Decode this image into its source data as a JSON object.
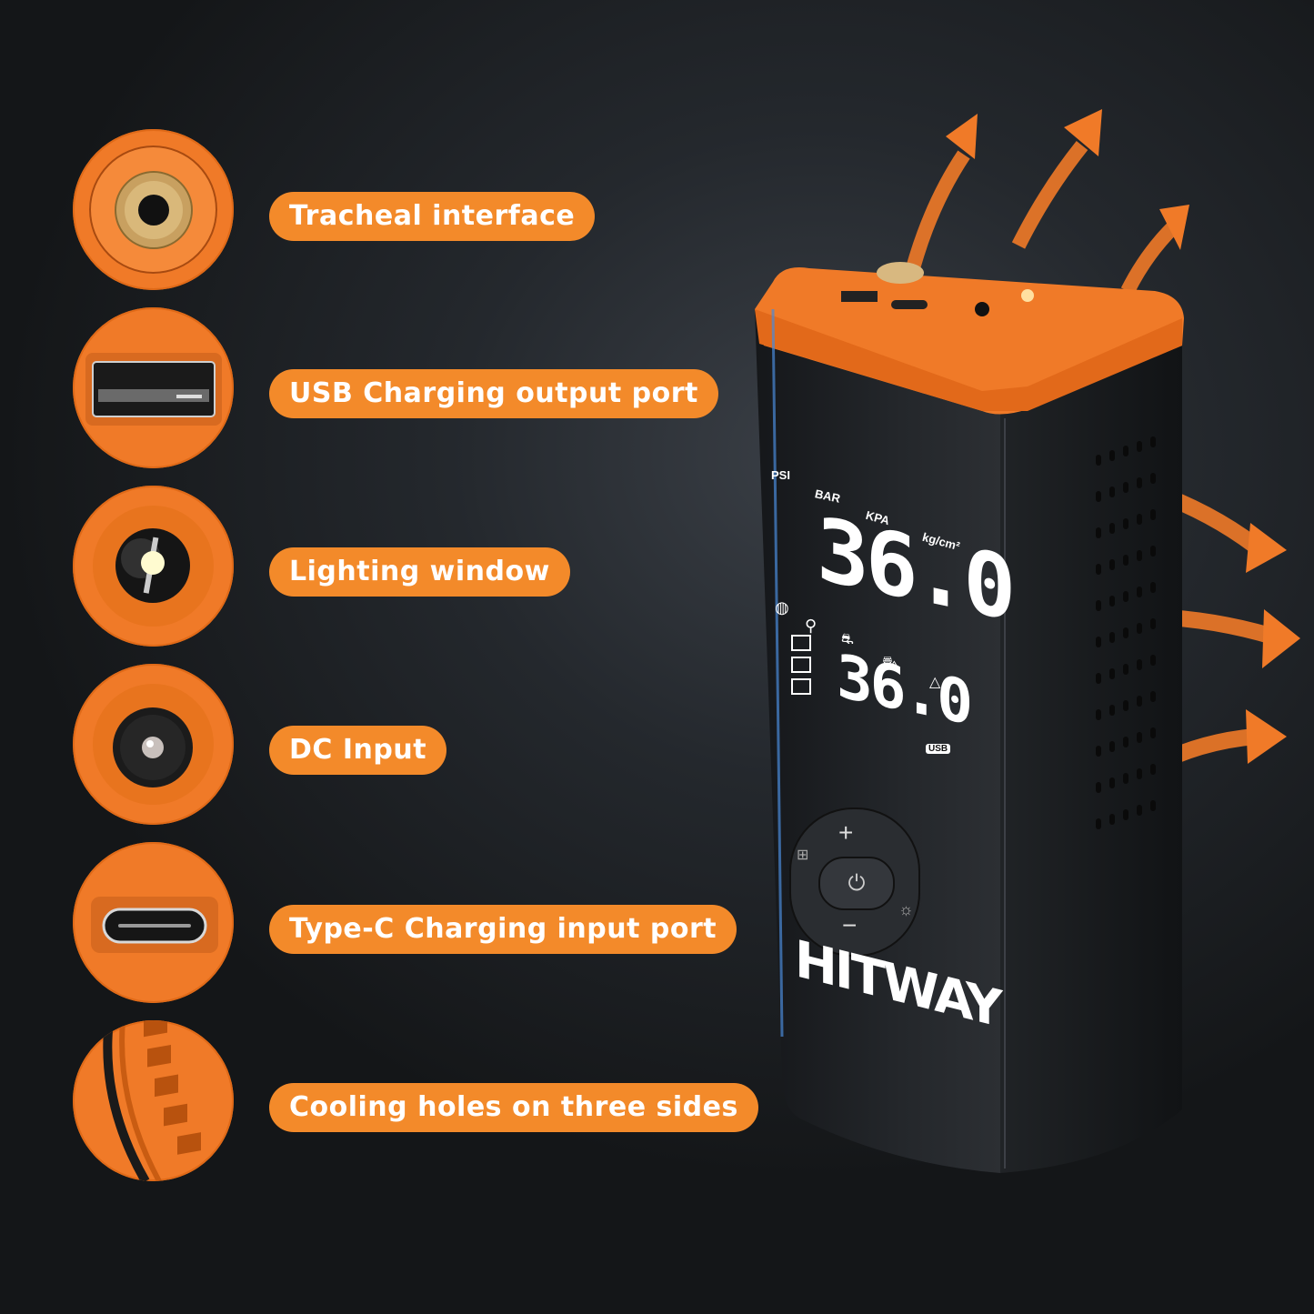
{
  "features": [
    {
      "label": "Tracheal interface",
      "icon": "air-valve-icon"
    },
    {
      "label": "USB Charging output port",
      "icon": "usb-a-port-icon"
    },
    {
      "label": "Lighting window",
      "icon": "led-light-icon"
    },
    {
      "label": "DC Input",
      "icon": "dc-jack-icon"
    },
    {
      "label": "Type-C Charging input port",
      "icon": "usb-c-port-icon"
    },
    {
      "label": "Cooling holes on three sides",
      "icon": "vent-slots-icon"
    }
  ],
  "device": {
    "brand": "HITWAY",
    "display": {
      "units": [
        "PSI",
        "BAR",
        "KPA",
        "kg/cm²"
      ],
      "main_reading": "36.0",
      "preset_reading": "36.0",
      "usb_label": "USB",
      "mode_icons": [
        "ball-icon",
        "bicycle-icon",
        "motorcycle-icon",
        "car-icon",
        "custom-icon"
      ],
      "battery_levels": 3
    },
    "buttons": {
      "plus": "+",
      "minus": "−",
      "power": "power-icon",
      "mode": "mode-grid-icon",
      "light": "light-icon"
    }
  },
  "colors": {
    "accent": "#f38a2a",
    "device_orange": "#f07a28",
    "device_body": "#1e2024",
    "background": "#24282d"
  }
}
